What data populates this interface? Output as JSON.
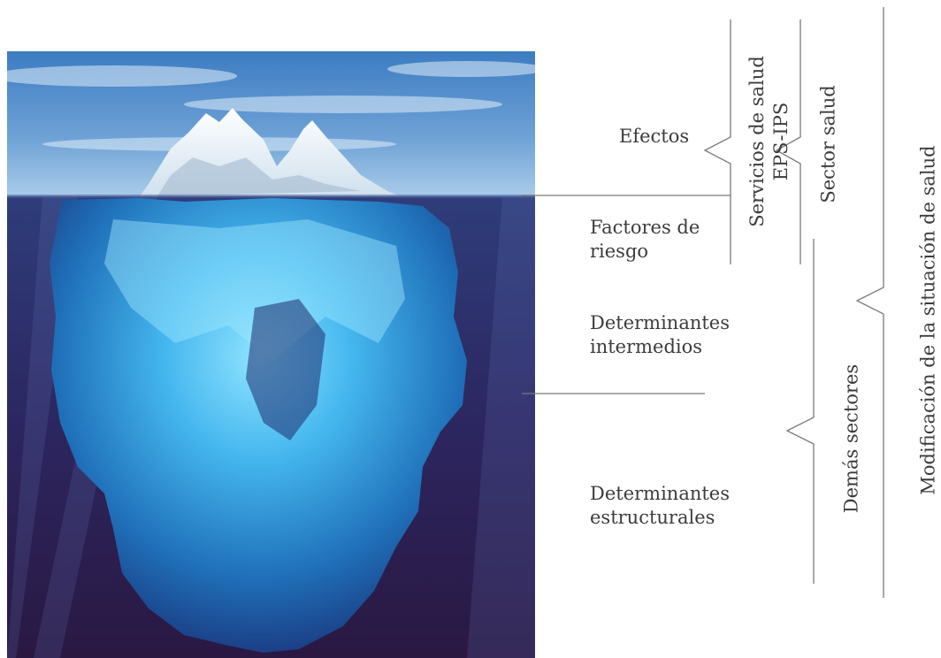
{
  "labels": {
    "efectos": "Efectos",
    "factores_line1": "Factores de",
    "factores_line2": "riesgo",
    "det_intermedios_line1": "Determinantes",
    "det_intermedios_line2": "intermedios",
    "det_estructurales_line1": "Determinantes",
    "det_estructurales_line2": "estructurales"
  },
  "groups": {
    "servicios_line1": "Servicios de salud",
    "servicios_line2": "EPS-IPS",
    "sector_salud": "Sector salud",
    "demas_sectores": "Demás sectores",
    "modificacion": "Modificación de la situación de salud"
  },
  "colors": {
    "sky_top": "#3f7fc4",
    "sky_bottom": "#9dc3e6",
    "ice_top": "#f4f8fc",
    "water_top": "#2a2f6c",
    "water_bottom": "#2b1a46",
    "ice_under": "#3aa0dc",
    "bracket_line": "#7a7a7a"
  }
}
